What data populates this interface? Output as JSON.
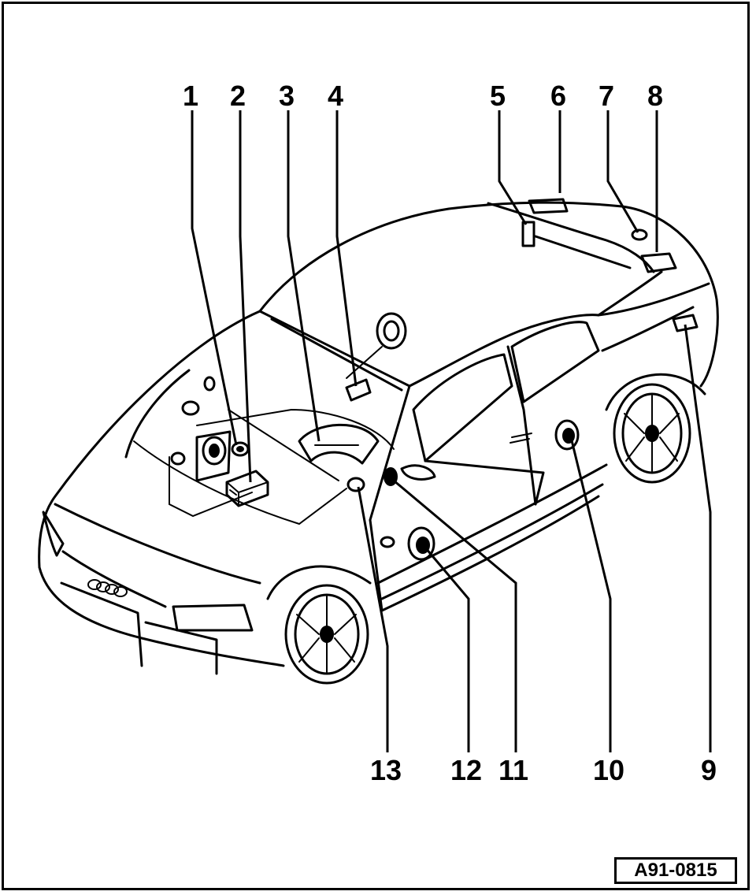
{
  "diagram": {
    "reference": "A91-0815",
    "callouts": [
      {
        "id": "callout-1",
        "label": "1"
      },
      {
        "id": "callout-2",
        "label": "2"
      },
      {
        "id": "callout-3",
        "label": "3"
      },
      {
        "id": "callout-4",
        "label": "4"
      },
      {
        "id": "callout-5",
        "label": "5"
      },
      {
        "id": "callout-6",
        "label": "6"
      },
      {
        "id": "callout-7",
        "label": "7"
      },
      {
        "id": "callout-8",
        "label": "8"
      },
      {
        "id": "callout-9",
        "label": "9"
      },
      {
        "id": "callout-10",
        "label": "10"
      },
      {
        "id": "callout-11",
        "label": "11"
      },
      {
        "id": "callout-12",
        "label": "12"
      },
      {
        "id": "callout-13",
        "label": "13"
      }
    ]
  }
}
